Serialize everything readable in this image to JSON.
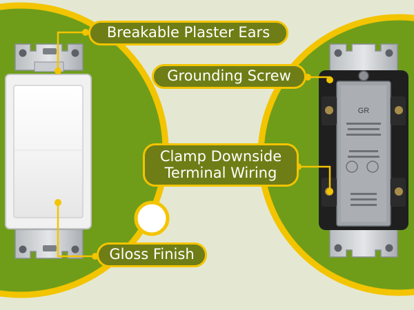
{
  "colors": {
    "background": "#e4e8d2",
    "panel": "#6f9d1a",
    "border": "#f3c400",
    "callout": "#6f7d16",
    "leader": "#f3c400",
    "text": "#ffffff"
  },
  "callouts": {
    "plaster_ears": "Breakable Plaster Ears",
    "grounding_screw": "Grounding Screw",
    "clamp_downside_line1": "Clamp Downside",
    "clamp_downside_line2": "Terminal Wiring",
    "gloss_finish": "Gloss Finish"
  },
  "device_markings": {
    "ground_label": "GR"
  },
  "icons": [
    "rocker-switch-front",
    "switch-back-housing",
    "decorative-dot"
  ]
}
